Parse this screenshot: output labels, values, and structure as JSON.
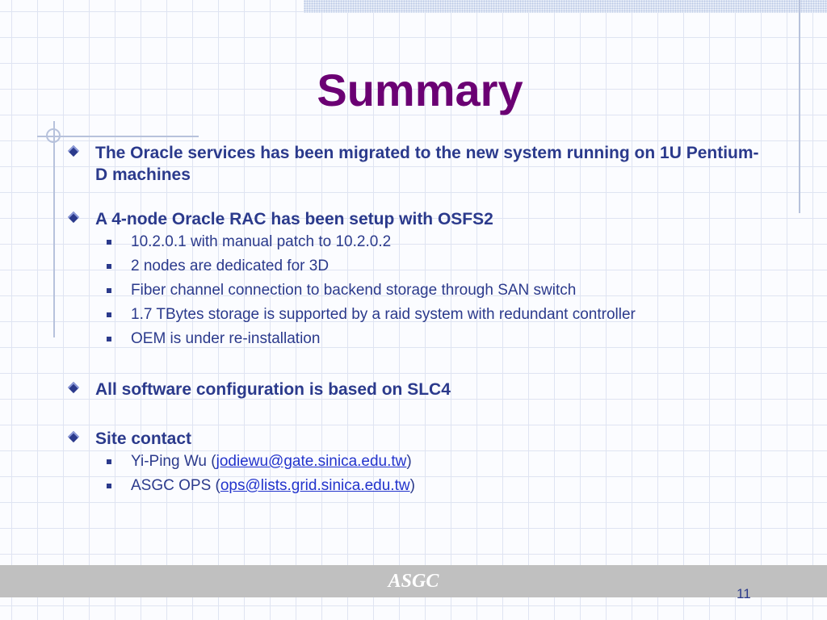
{
  "slide": {
    "title": "Summary",
    "bullets": [
      {
        "text": "The Oracle services has been migrated to the new system running on 1U Pentium-D machines"
      },
      {
        "text": "A 4-node Oracle RAC has been setup with OSFS2"
      },
      {
        "text": "All software configuration is based on SLC4"
      },
      {
        "text": "Site contact"
      }
    ],
    "rac_subitems": [
      "10.2.0.1 with manual patch to 10.2.0.2",
      "2 nodes are dedicated for 3D",
      "Fiber channel connection to backend storage through SAN switch",
      "1.7 TBytes storage is supported by a raid system with redundant controller",
      "OEM is under re-installation"
    ],
    "contacts": [
      {
        "name_prefix": "Yi-Ping Wu (",
        "email": "jodiewu@gate.sinica.edu.tw",
        "suffix": ")"
      },
      {
        "name_prefix": "ASGC OPS (",
        "email": "ops@lists.grid.sinica.edu.tw",
        "suffix": ")"
      }
    ],
    "footer_text": "ASGC",
    "page_number": "11"
  },
  "colors": {
    "title": "#6b0073",
    "body_text": "#2b3a8c",
    "link": "#2233cc",
    "footer_bar": "#c0c0c0"
  }
}
